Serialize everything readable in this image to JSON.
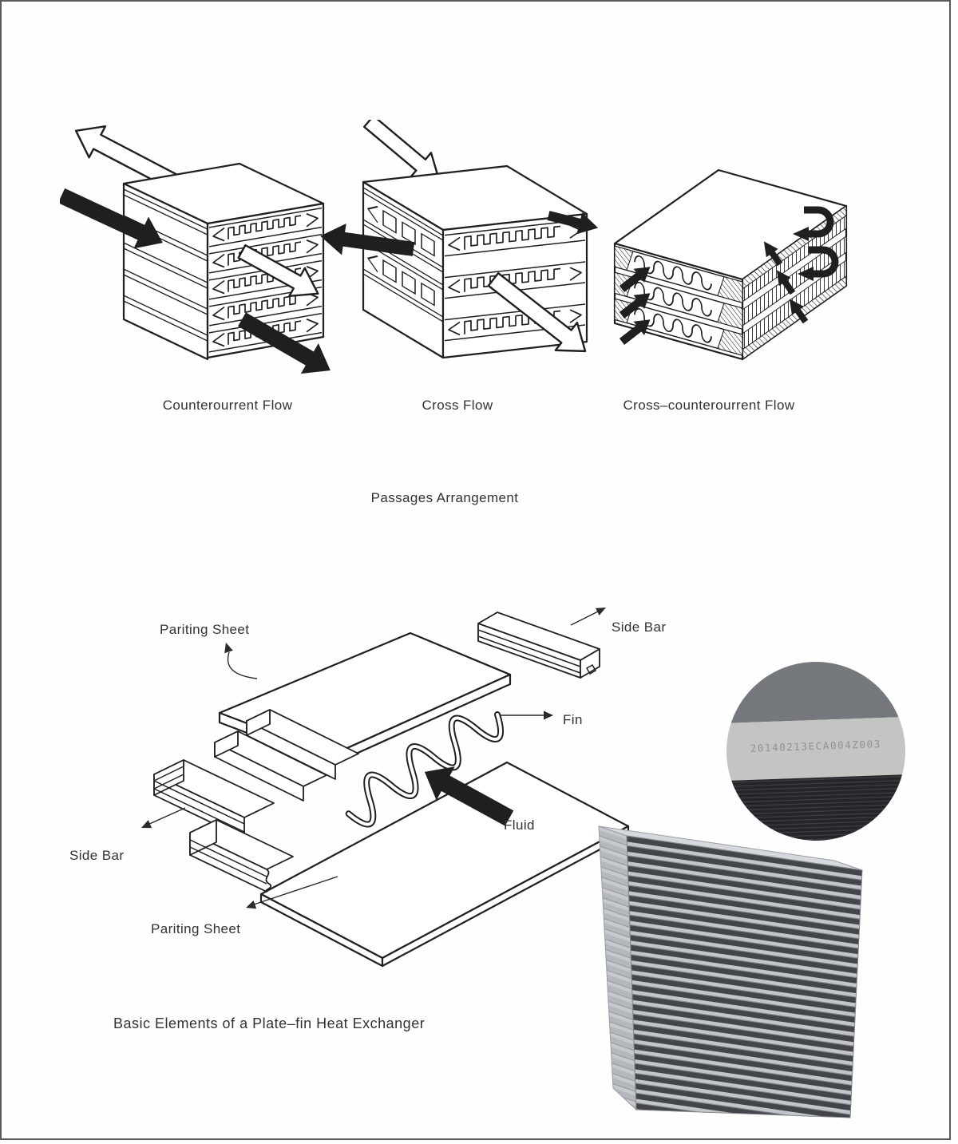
{
  "page": {
    "background": "#fefefe",
    "border_color": "#5a5a5a",
    "line_color": "#1f1f1f"
  },
  "passages": {
    "caption": "Passages Arrangement",
    "diagrams": [
      {
        "id": "countercurrent",
        "label": "Counterourrent Flow"
      },
      {
        "id": "cross",
        "label": "Cross Flow"
      },
      {
        "id": "cross-countercurrent",
        "label": "Cross–counterourrent Flow"
      }
    ]
  },
  "elements": {
    "caption": "Basic Elements of a Plate–fin Heat Exchanger",
    "labels": {
      "pariting_sheet_top": "Pariting Sheet",
      "side_bar_top": "Side Bar",
      "fin": "Fin",
      "fluid": "Fluid",
      "side_bar_left": "Side Bar",
      "pariting_sheet_bottom": "Pariting Sheet"
    }
  },
  "photo": {
    "serial": "20140213ECA004Z003",
    "description": "plate-fin heat exchanger core with magnified serial-number inset",
    "colors": {
      "bar": "#bfc3c7",
      "fin_dark": "#42464b",
      "side_face": "#b4b8bc",
      "inset_top": "#75797d",
      "inset_light": "#c3c5c2",
      "inset_dark": "#232528"
    }
  }
}
